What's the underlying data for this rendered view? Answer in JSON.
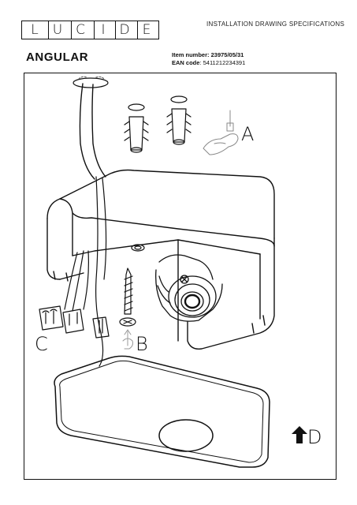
{
  "brand": {
    "letters": [
      "L",
      "U",
      "C",
      "I",
      "D",
      "E"
    ]
  },
  "header": {
    "doc_type": "INSTALLATION DRAWING SPECIFICATIONS"
  },
  "product": {
    "name": "ANGULAR",
    "item_label": "Item number:",
    "item_number": "23975/05/31",
    "ean_label": "EAN code",
    "ean_value": ": 5411212234391"
  },
  "callouts": {
    "a": "A",
    "b": "B",
    "c": "C",
    "d": "D"
  }
}
